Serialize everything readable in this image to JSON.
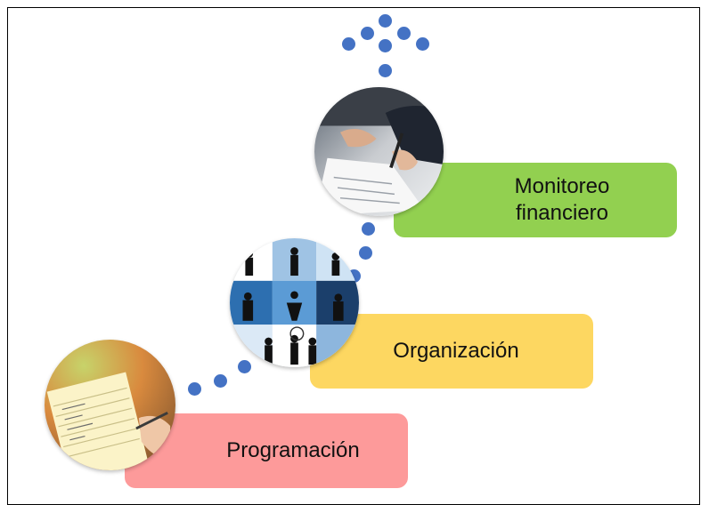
{
  "steps": [
    {
      "label": "Programación",
      "color": "#fd9a9a",
      "image": "planning-notepad-photo"
    },
    {
      "label": "Organización",
      "color": "#fdd761",
      "image": "business-team-collage-photo"
    },
    {
      "label_line1": "Monitoreo",
      "label_line2": "financiero",
      "color": "#92d050",
      "image": "financial-analysis-photo"
    }
  ],
  "arrow": {
    "icon": "dotted-arrow-up-icon",
    "color": "#4472c4"
  }
}
